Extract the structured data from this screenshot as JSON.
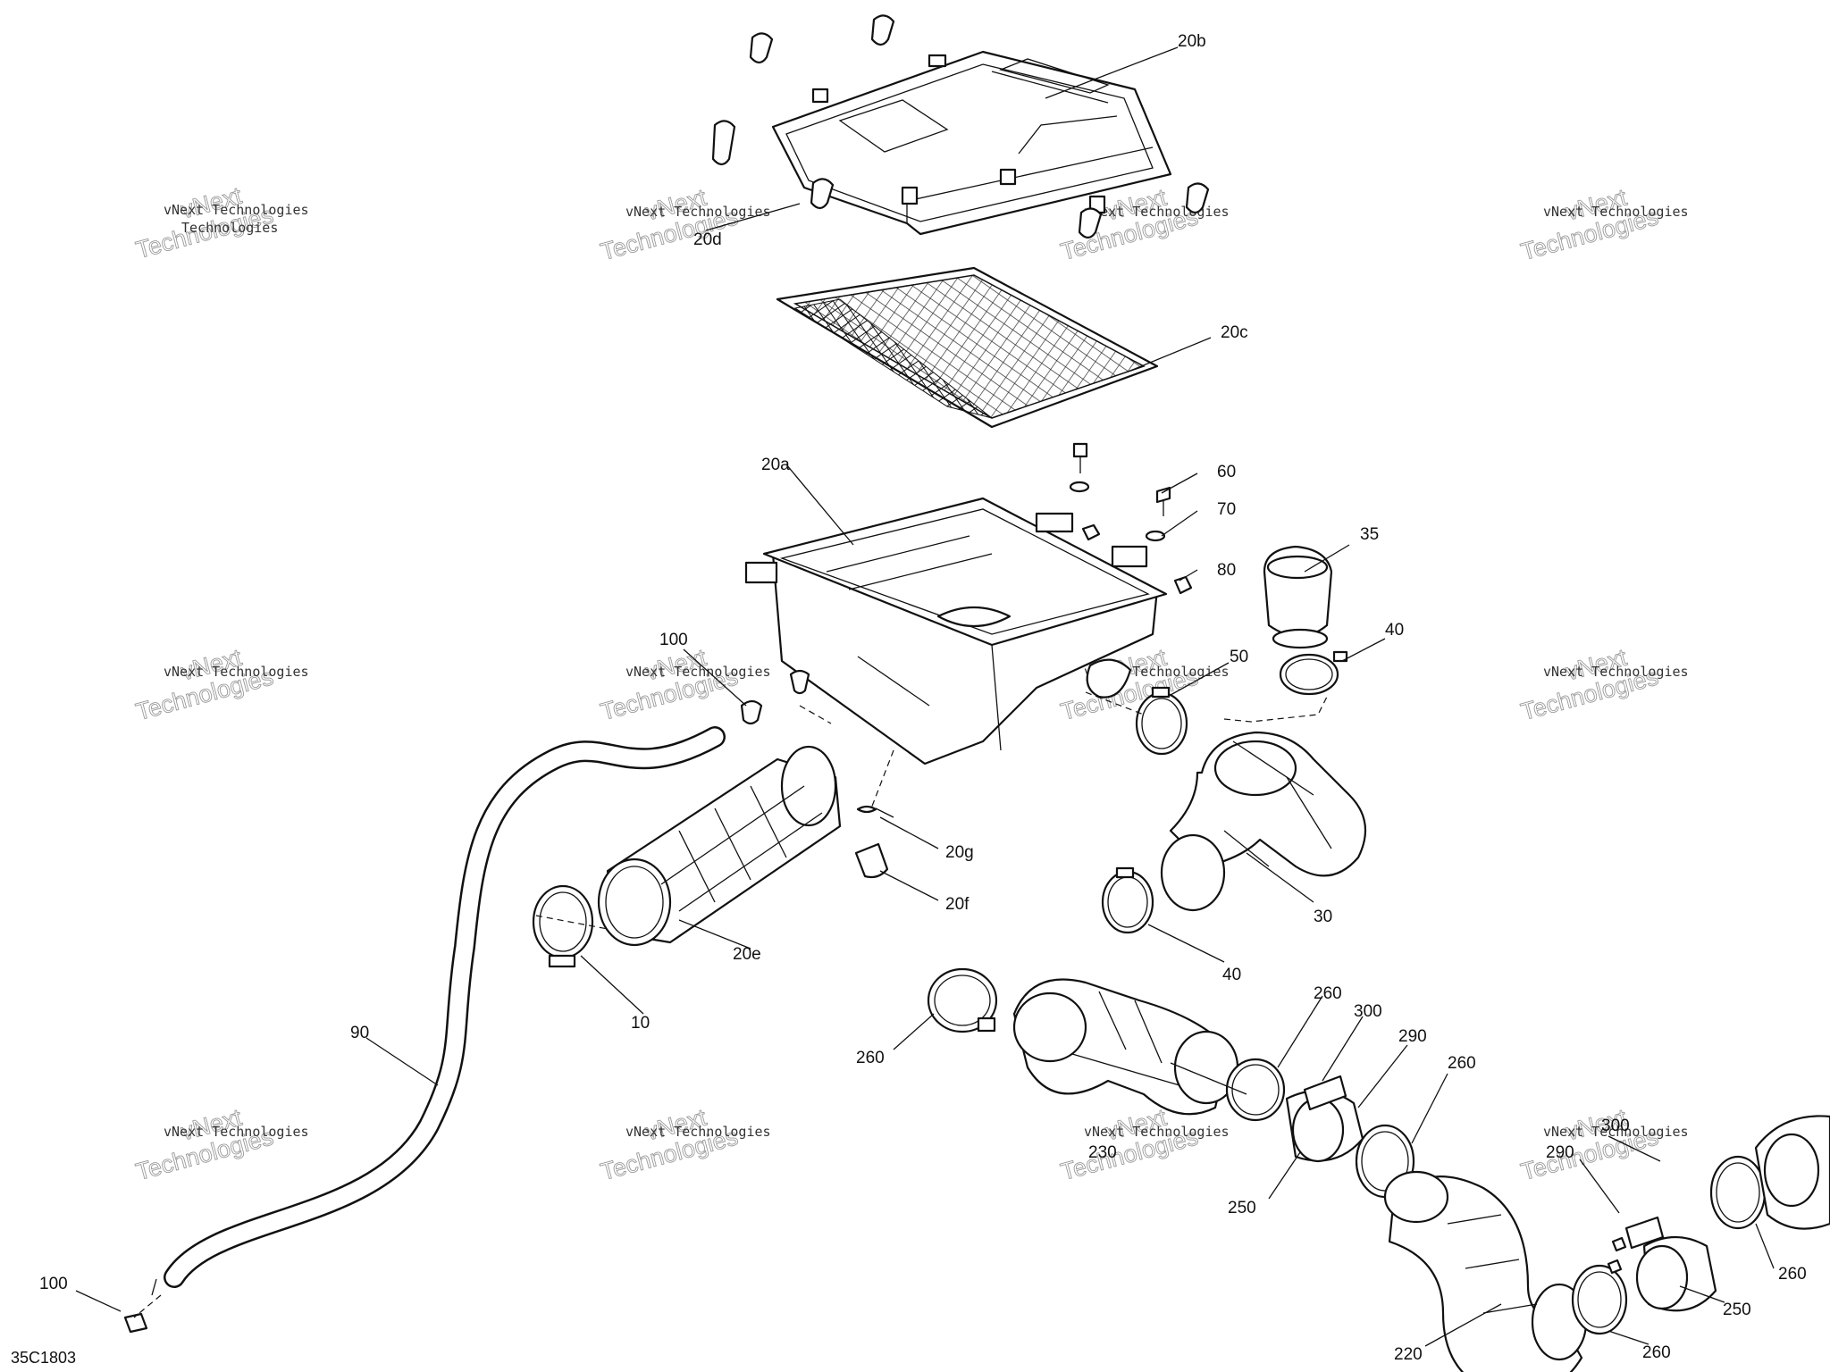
{
  "drawing_code": "35C1803",
  "watermark": {
    "line_small": "vNext Technologies",
    "line_big_1": "vNext",
    "line_big_2": "Technologies"
  },
  "callouts": [
    "20b",
    "20d",
    "20c",
    "20a",
    "60",
    "70",
    "80",
    "35",
    "40",
    "100",
    "50",
    "20g",
    "20f",
    "20e",
    "30",
    "10",
    "40",
    "90",
    "260",
    "260",
    "300",
    "290",
    "260",
    "230",
    "300",
    "290",
    "250",
    "260",
    "250",
    "220",
    "260",
    "100"
  ]
}
